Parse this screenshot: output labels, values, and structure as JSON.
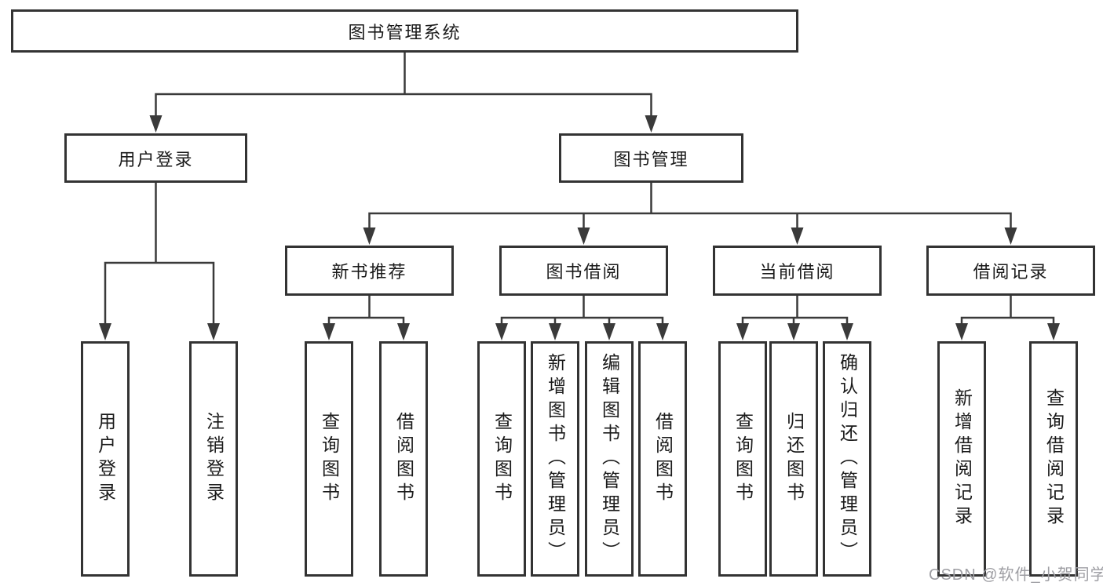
{
  "colors": {
    "line": "#3a3a3a",
    "box_border": "#333333",
    "box_bg": "#ffffff",
    "text": "#1a1a1a",
    "watermark": "#9e9ea3"
  },
  "watermark": "CSDN @软件_小贺同学",
  "tree": {
    "root": {
      "label": "图书管理系统",
      "children": [
        {
          "label": "用户登录",
          "children": [
            {
              "label": "用户登录"
            },
            {
              "label": "注销登录"
            }
          ]
        },
        {
          "label": "图书管理",
          "children": [
            {
              "label": "新书推荐",
              "children": [
                {
                  "label": "查询图书"
                },
                {
                  "label": "借阅图书"
                }
              ]
            },
            {
              "label": "图书借阅",
              "children": [
                {
                  "label": "查询图书"
                },
                {
                  "label": "新增图书（管理员）"
                },
                {
                  "label": "编辑图书（管理员）"
                },
                {
                  "label": "借阅图书"
                }
              ]
            },
            {
              "label": "当前借阅",
              "children": [
                {
                  "label": "查询图书"
                },
                {
                  "label": "归还图书"
                },
                {
                  "label": "确认归还（管理员）"
                }
              ]
            },
            {
              "label": "借阅记录",
              "children": [
                {
                  "label": "新增借阅记录"
                },
                {
                  "label": "查询借阅记录"
                }
              ]
            }
          ]
        }
      ]
    }
  }
}
